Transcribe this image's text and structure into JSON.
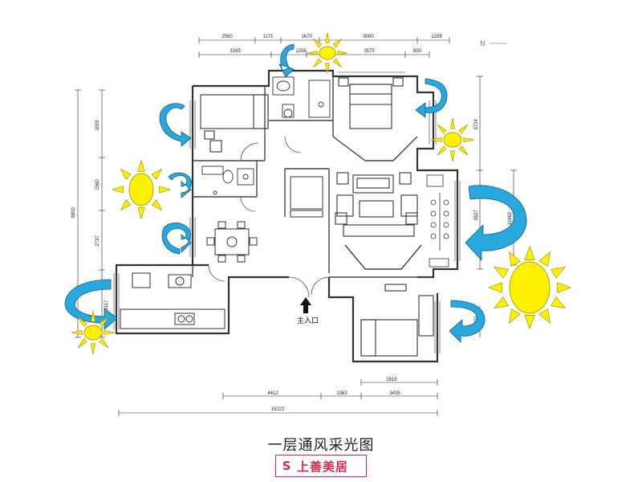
{
  "drawing": {
    "north_label": "N",
    "entrance_label": "主入口",
    "caption": "一层通风采光图",
    "brand": "上善美居",
    "brand_mark": "S"
  },
  "dimensions": {
    "top_row1": [
      "2560",
      "1171",
      "1670",
      "3000",
      "1206"
    ],
    "top_row2": [
      "3165",
      "1256",
      "3575",
      "850"
    ],
    "left_outer": "9800",
    "left_inner": [
      "3005",
      "1560",
      "2737",
      "3117"
    ],
    "right": [
      "3724",
      "11862",
      "3527",
      "1201"
    ],
    "bottom_row1": [
      "2815"
    ],
    "bottom_row2": [
      "4412",
      "1363",
      "3435"
    ],
    "bottom_total": "15222"
  },
  "colors": {
    "arrow": "#29a8dd",
    "arrow_edge": "#0b5f8a",
    "sun": "#fff200",
    "sun_edge": "#b8a000",
    "brand": "#d4284c"
  }
}
